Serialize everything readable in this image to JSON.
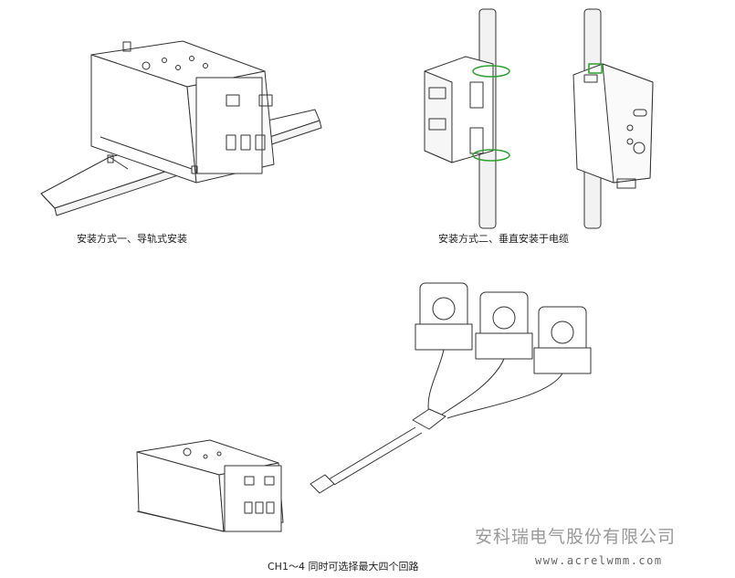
{
  "captions": {
    "method1": "安装方式一、导轨式安装",
    "method2": "安装方式二、垂直安装于电缆",
    "channels": "CH1～4 同时可选择最大四个回路"
  },
  "company": {
    "name": "安科瑞电气股份有限公司",
    "url": "www.acrelwmm.com"
  },
  "colors": {
    "line": "#333333",
    "accent": "#2ca02c",
    "watermark": "#9a9a9a"
  }
}
